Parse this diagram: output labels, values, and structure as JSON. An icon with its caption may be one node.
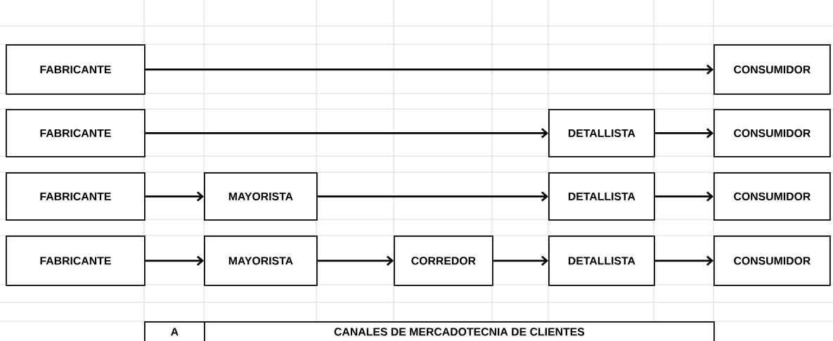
{
  "diagram": {
    "nodes": [
      {
        "text": [
          "FABRICANTE"
        ]
      },
      {
        "text": [
          "CONSUMIDOR"
        ]
      },
      {
        "text": [
          "FABRICANTE"
        ]
      },
      {
        "text": [
          "DETALLISTA"
        ]
      },
      {
        "text": [
          "CONSUMIDOR"
        ]
      },
      {
        "text": [
          "FABRICANTE"
        ]
      },
      {
        "text": [
          "MAYORISTA"
        ]
      },
      {
        "text": [
          "DETALLISTA"
        ]
      },
      {
        "text": [
          "CONSUMIDOR"
        ]
      },
      {
        "text": [
          "FABRICANTE"
        ]
      },
      {
        "text": [
          "MAYORISTA"
        ]
      },
      {
        "text": [
          "CORREDOR"
        ]
      },
      {
        "text": [
          "DETALLISTA"
        ]
      },
      {
        "text": [
          "CONSUMIDOR"
        ]
      },
      {
        "text": [
          "A"
        ]
      },
      {
        "text": [
          "CANALES DE MERCADOTECNIA DE CLIENTES"
        ]
      }
    ],
    "edges": [
      {
        "from": 0,
        "to": 1,
        "arrow": "to"
      },
      {
        "from": 2,
        "to": 3,
        "arrow": "to"
      },
      {
        "from": 3,
        "to": 4,
        "arrow": "to"
      },
      {
        "from": 5,
        "to": 6,
        "arrow": "to"
      },
      {
        "from": 6,
        "to": 7,
        "arrow": "to"
      },
      {
        "from": 7,
        "to": 8,
        "arrow": "to"
      },
      {
        "from": 9,
        "to": 10,
        "arrow": "to"
      },
      {
        "from": 10,
        "to": 11,
        "arrow": "to"
      },
      {
        "from": 11,
        "to": 12,
        "arrow": "to"
      },
      {
        "from": 12,
        "to": 13,
        "arrow": "to"
      }
    ]
  }
}
